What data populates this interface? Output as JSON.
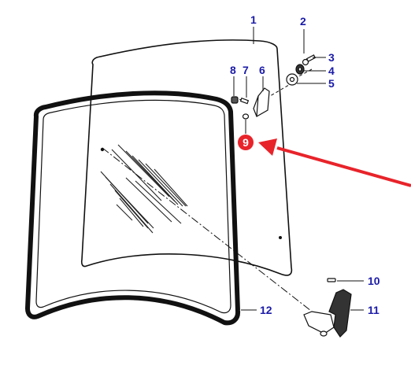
{
  "colors": {
    "label": "#1a1aa8",
    "line": "#111111",
    "highlight": "#e8232a",
    "glass_hatch": "#222222"
  },
  "labels": {
    "l1": "1",
    "l2": "2",
    "l3": "3",
    "l4": "4",
    "l5": "5",
    "l6": "6",
    "l7": "7",
    "l8": "8",
    "l9": "9",
    "l10": "10",
    "l11": "11",
    "l12": "12"
  },
  "highlighted_part": "9"
}
